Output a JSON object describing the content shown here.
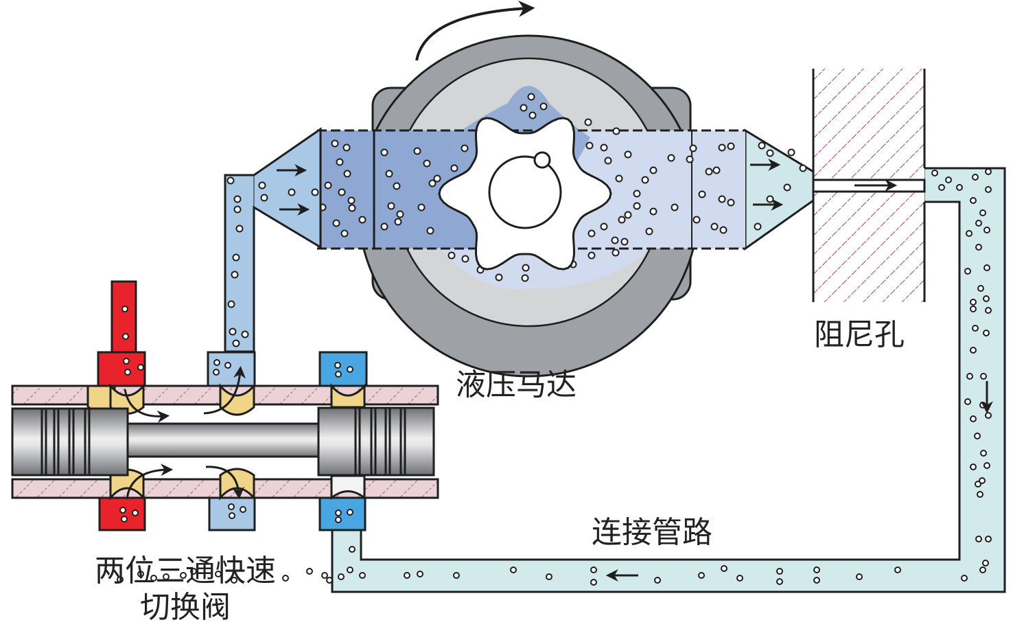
{
  "diagram": {
    "title": "液压马达阻尼回路示意图",
    "labels": {
      "motor": "液压马达",
      "orifice": "阻尼孔",
      "pipe": "连接管路",
      "valve_line1": "两位三通快速",
      "valve_line2": "切换阀"
    },
    "components": [
      {
        "id": "valve",
        "name": "两位三通快速切换阀",
        "ports": [
          "red-high-pressure-top",
          "red-high-pressure-bottom",
          "lightblue-to-motor-top",
          "lightblue-bottom",
          "blue-return-top",
          "blue-return-bottom"
        ]
      },
      {
        "id": "motor",
        "name": "液压马达",
        "type": "gear motor",
        "rotation": "clockwise"
      },
      {
        "id": "orifice",
        "name": "阻尼孔"
      },
      {
        "id": "pipe",
        "name": "连接管路"
      }
    ],
    "flow": [
      "valve -> motor inlet",
      "motor outlet -> orifice",
      "orifice -> pipe (down, then left)",
      "pipe -> valve blue return port"
    ],
    "colors": {
      "high_pressure": "#e8232b",
      "motor_inlet_fluid": "#a9c8e6",
      "motor_chamber_high": "#8fa8d3",
      "motor_chamber_low": "#d1dbef",
      "outlet_fluid": "#cfe7ea",
      "return_port": "#4aa6e0",
      "pipe_fluid": "#d3eaed",
      "hatch_housing": "#ecd1d6",
      "hatch_line": "#8a8a8a",
      "orifice_hatch": "#a84455",
      "seal_yellow": "#f0d488",
      "motor_housing": "#9ea1a6",
      "motor_inner": "#d4d5d6",
      "outline": "#1e1e1e"
    }
  }
}
